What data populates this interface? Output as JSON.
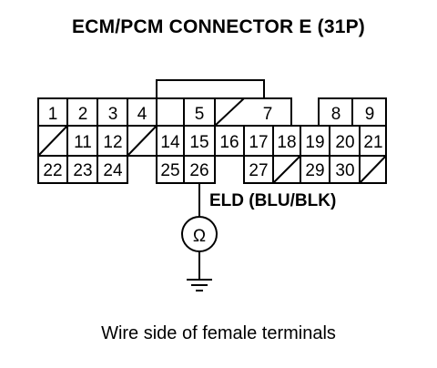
{
  "title": "ECM/PCM CONNECTOR E (31P)",
  "caption": "Wire side of female terminals",
  "wire_label": "ELD (BLU/BLK)",
  "meter_symbol": "Ω",
  "terminals": {
    "t1": "1",
    "t2": "2",
    "t3": "3",
    "t4": "4",
    "t5": "5",
    "t7": "7",
    "t8": "8",
    "t9": "9",
    "t11": "11",
    "t12": "12",
    "t14": "14",
    "t15": "15",
    "t16": "16",
    "t17": "17",
    "t18": "18",
    "t19": "19",
    "t20": "20",
    "t21": "21",
    "t22": "22",
    "t23": "23",
    "t24": "24",
    "t25": "25",
    "t26": "26",
    "t27": "27",
    "t29": "29",
    "t30": "30"
  }
}
